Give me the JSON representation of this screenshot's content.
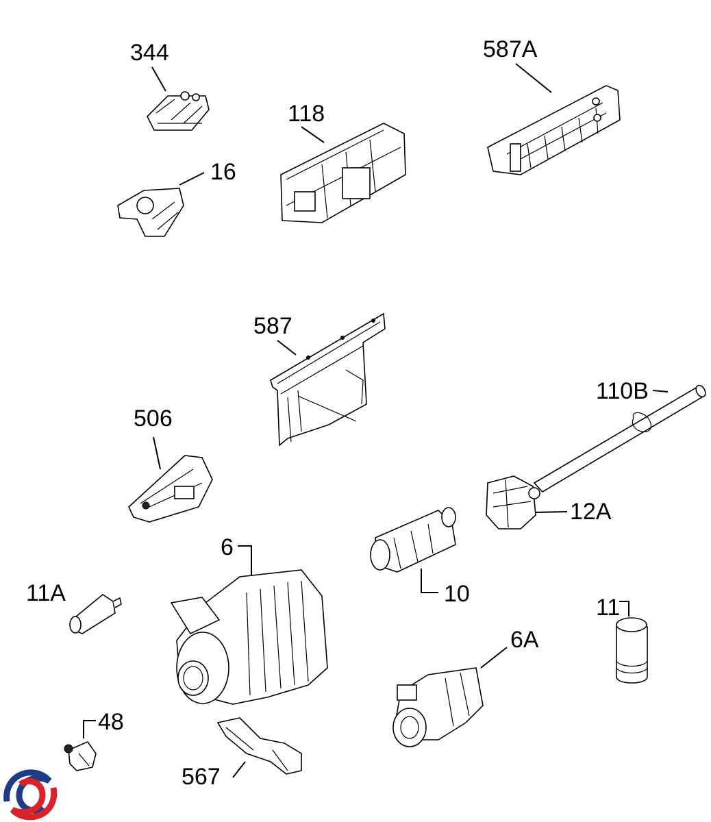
{
  "diagram": {
    "parts": [
      {
        "id": "p344",
        "label": "344"
      },
      {
        "id": "p587A",
        "label": "587A"
      },
      {
        "id": "p118",
        "label": "118"
      },
      {
        "id": "p16",
        "label": "16"
      },
      {
        "id": "p587",
        "label": "587"
      },
      {
        "id": "p110B",
        "label": "110B"
      },
      {
        "id": "p506",
        "label": "506"
      },
      {
        "id": "p12A",
        "label": "12A"
      },
      {
        "id": "p6",
        "label": "6"
      },
      {
        "id": "p10",
        "label": "10"
      },
      {
        "id": "p11A",
        "label": "11A"
      },
      {
        "id": "p11",
        "label": "11"
      },
      {
        "id": "p6A",
        "label": "6A"
      },
      {
        "id": "p48",
        "label": "48"
      },
      {
        "id": "p567",
        "label": "567"
      }
    ]
  },
  "logo": {
    "icon": "brand-swirl-logo",
    "colors": {
      "red": "#d8232a",
      "blue": "#1f3c88"
    }
  }
}
